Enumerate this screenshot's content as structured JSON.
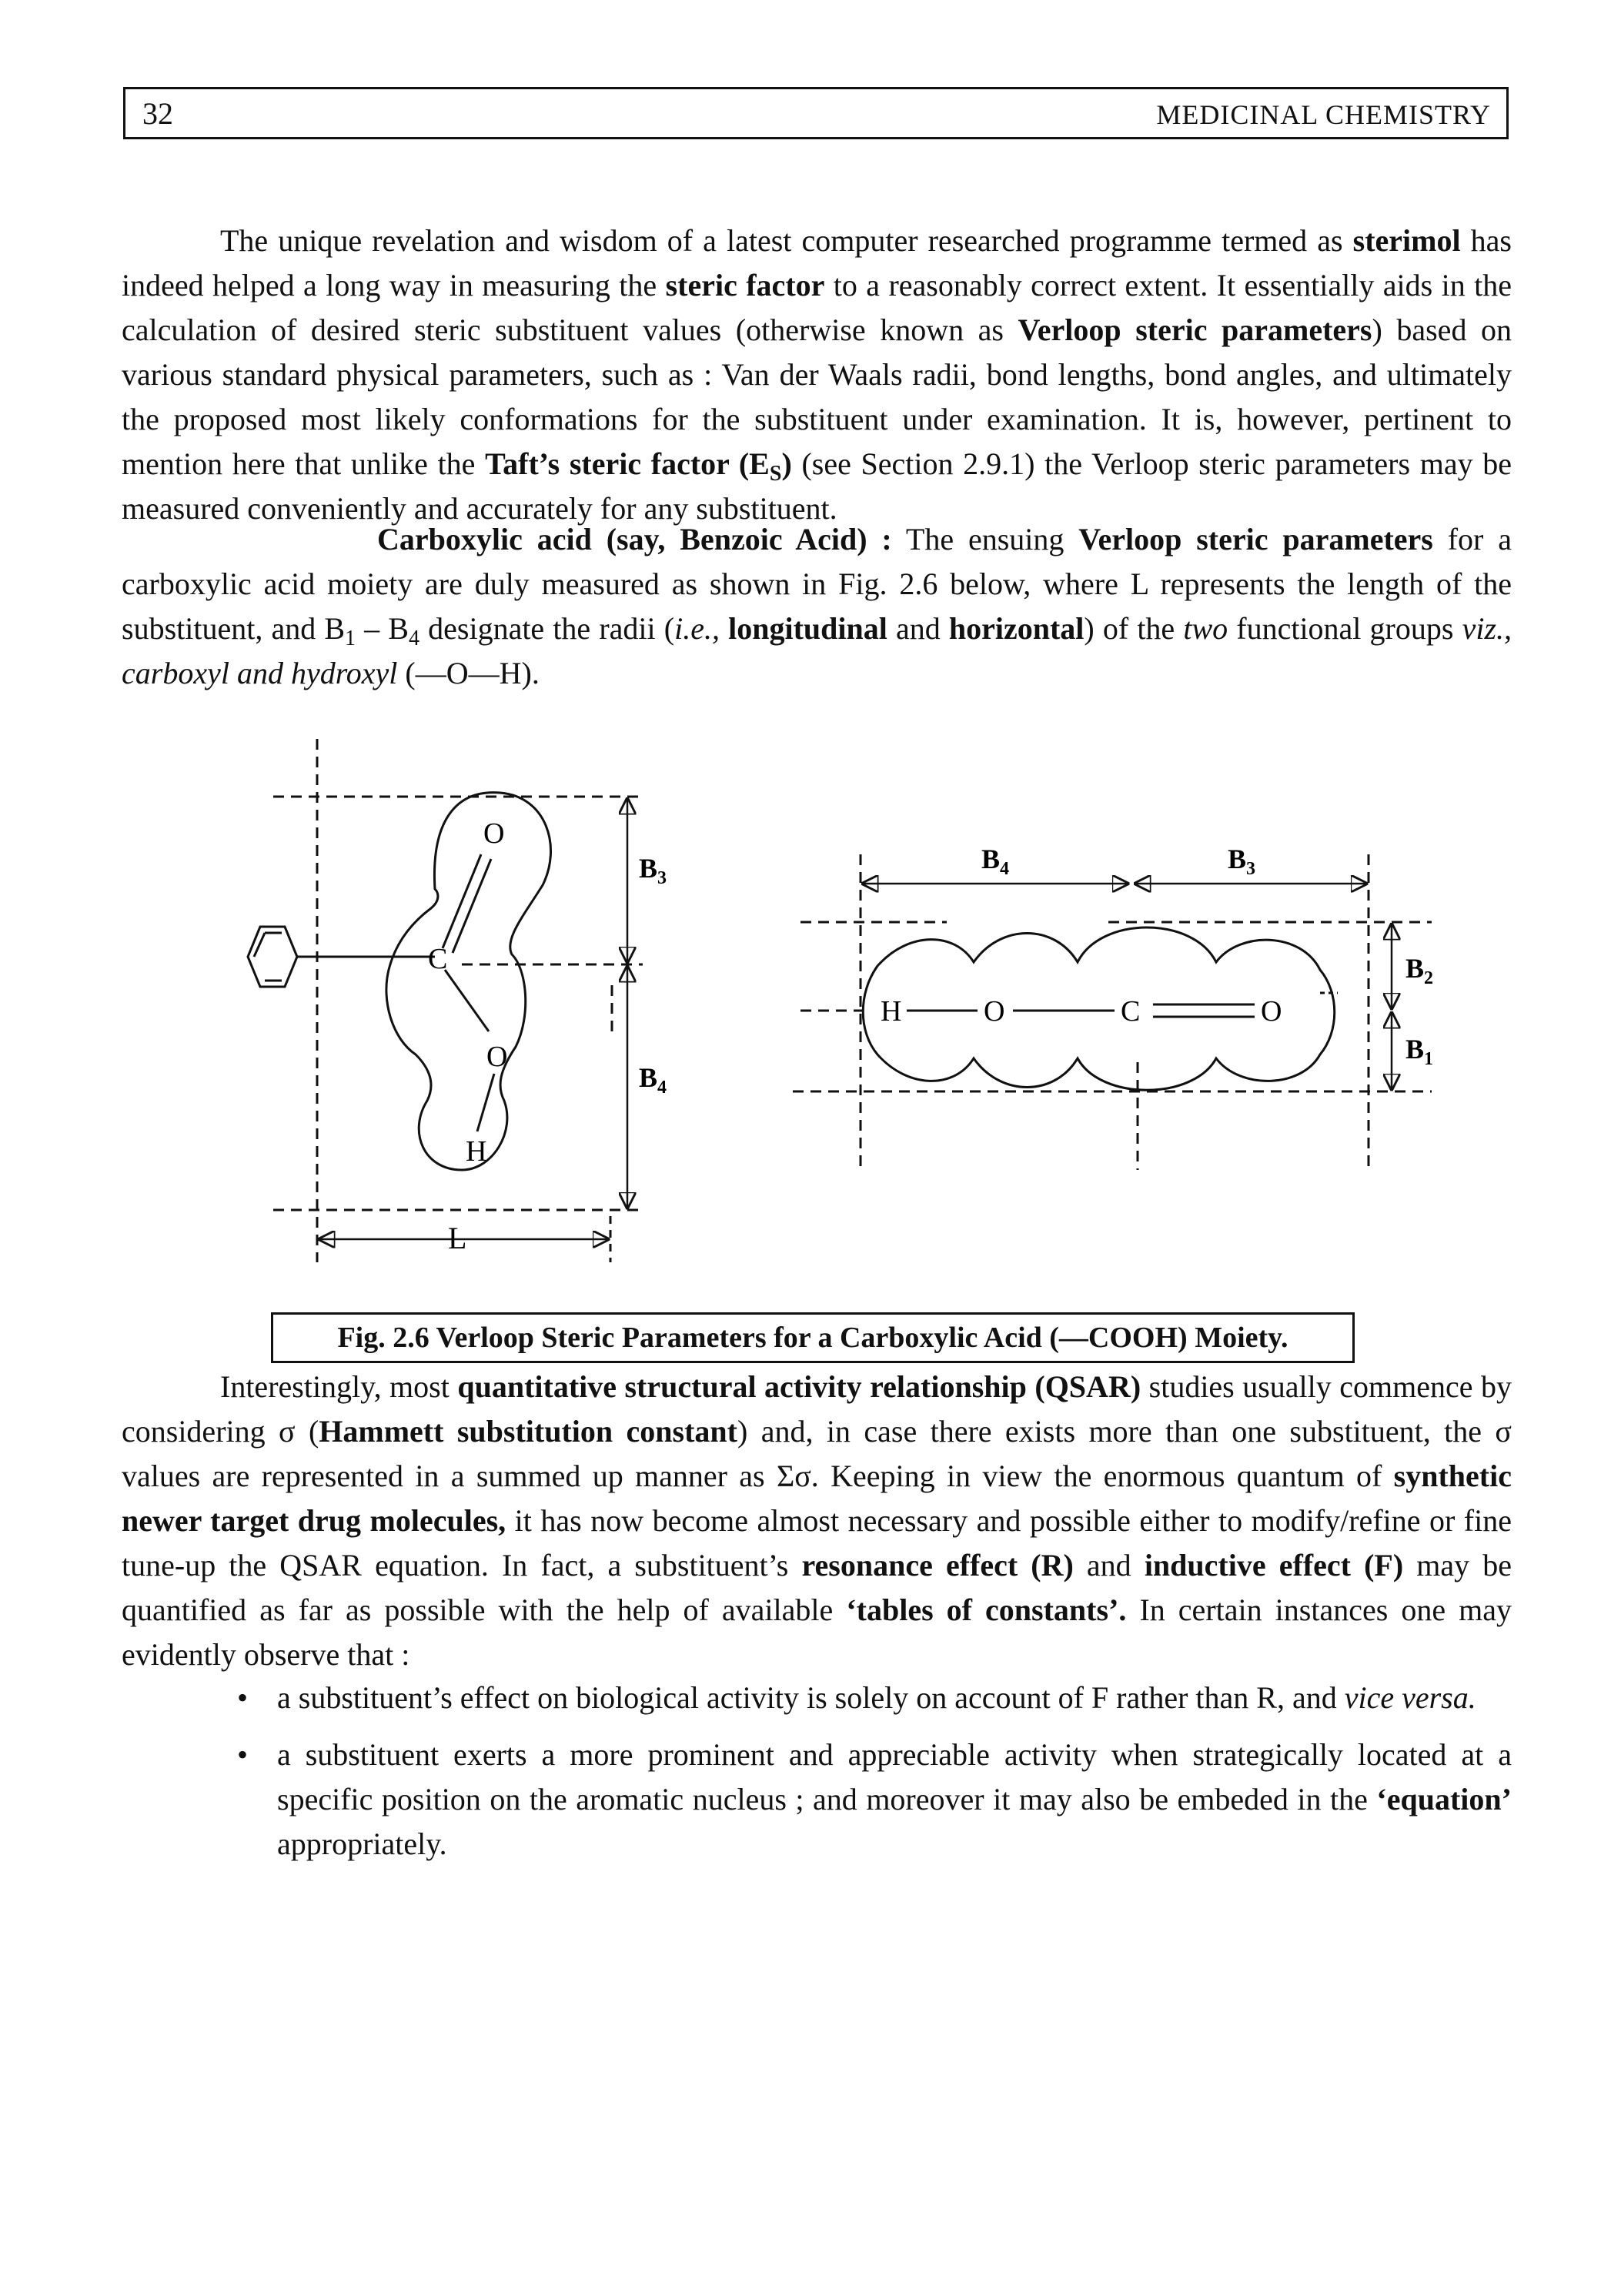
{
  "header": {
    "page_number": "32",
    "running_title": "MEDICINAL CHEMISTRY"
  },
  "paragraph1": {
    "t1": "The unique revelation and wisdom of a latest computer researched programme termed as ",
    "b1": "sterimol",
    "t2": " has indeed helped a long way in measuring the ",
    "b2": "steric factor",
    "t3": " to a reasonably correct extent. It essentially aids in the calculation of desired steric substituent values (otherwise known as ",
    "b3": "Verloop steric parameters",
    "t4": ") based on various standard physical parameters, such as : Van der Waals radii, bond lengths, bond angles, and ultimately the proposed most likely conformations for the substituent under examination. It is, however, pertinent to mention here that unlike the ",
    "b4": "Taft’s steric factor (E",
    "b4sub": "S",
    "b4end": ")",
    "t5": " (see Section 2.9.1) the Verloop steric parameters may be measured conveniently and accurately for any substituent."
  },
  "paragraph2": {
    "b1": "Carboxylic acid (say, Benzoic Acid) :",
    "t1": " The ensuing ",
    "b2": "Verloop steric parameters",
    "t2": " for a carboxylic acid moiety are duly measured as shown in Fig. 2.6 below, where L represents the length of the substituent, and B",
    "s1": "1",
    "t3": " – B",
    "s2": "4",
    "t4": " designate the radii (",
    "i1": "i.e.,",
    "t5": " ",
    "b3": "longitudinal",
    "t6": " and ",
    "b4": "horizontal",
    "t7": ") of the ",
    "i2": "two",
    "t8": " functional groups ",
    "i3": "viz., carboxyl and hydroxyl",
    "t9": " (—O—H)."
  },
  "figure": {
    "left": {
      "atom_o_top": "O",
      "atom_c": "C",
      "atom_o_bottom": "O",
      "atom_h": "H",
      "label_b3": "B",
      "label_b3_sub": "3",
      "label_b4": "B",
      "label_b4_sub": "4",
      "label_l": "L"
    },
    "right": {
      "label_b4": "B",
      "label_b4_sub": "4",
      "label_b3": "B",
      "label_b3_sub": "3",
      "label_b2": "B",
      "label_b2_sub": "2",
      "label_b1": "B",
      "label_b1_sub": "1",
      "atom_h": "H",
      "atom_o1": "O",
      "atom_c": "C",
      "atom_o2": "O"
    }
  },
  "caption": "Fig. 2.6 Verloop Steric Parameters for a Carboxylic Acid (—COOH) Moiety.",
  "paragraph3": {
    "t1": "Interestingly, most ",
    "b1": "quantitative structural activity relationship (QSAR)",
    "t2": " studies usually commence by considering σ (",
    "b2": "Hammett substitution constant",
    "t3": ") and, in case there exists more than one substituent, the σ values are represented in a summed up manner as Σσ. Keeping in view the enormous quantum of ",
    "b3": "synthetic newer target drug molecules,",
    "t4": " it has now become almost necessary and possible either to modify/refine or fine tune-up the QSAR equation. In fact, a substituent’s ",
    "b4": "resonance effect (R)",
    "t5": " and ",
    "b5": "inductive effect (F)",
    "t6": " may be quantified as far as possible with the help of available ",
    "b6": "‘tables of constants’.",
    "t7": " In certain instances one may evidently observe that :"
  },
  "bullets": {
    "marker": "•",
    "item1": "a substituent’s effect on biological activity is solely on account of F rather than R, and ",
    "item1_italic": "vice versa.",
    "item2": "a substituent exerts a more prominent and appreciable activity when strategically located at a specific position on the aromatic nucleus ; and moreover it may also be embeded in the ",
    "item2_bold": "‘equation’",
    "item2_end": " appropriately."
  }
}
